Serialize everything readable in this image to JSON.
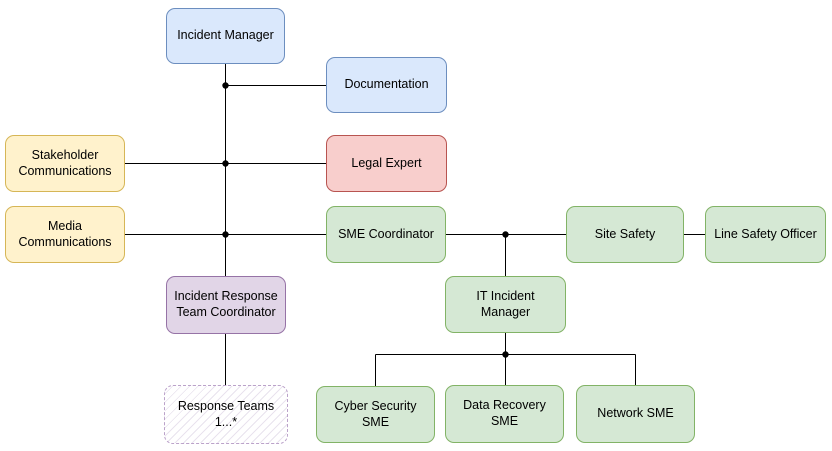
{
  "palette": {
    "blue": {
      "fill": "#dae8fc",
      "stroke": "#6c8ebf"
    },
    "yellow": {
      "fill": "#fff2cc",
      "stroke": "#d6b656"
    },
    "red": {
      "fill": "#f8cecc",
      "stroke": "#b85450"
    },
    "green": {
      "fill": "#d5e8d4",
      "stroke": "#82b366"
    },
    "purple": {
      "fill": "#e1d5e7",
      "stroke": "#9673a6"
    },
    "purple_dashed": {
      "fill": "#ffffff",
      "stroke": "#bba2ca",
      "hatch": "#e9e3ee"
    }
  },
  "edge_color": "#000000",
  "nodes": {
    "incident_manager": {
      "label": "Incident Manager",
      "palette": "blue"
    },
    "documentation": {
      "label": "Documentation",
      "palette": "blue"
    },
    "stakeholder_communications": {
      "label": "Stakeholder\nCommunications",
      "palette": "yellow"
    },
    "legal_expert": {
      "label": "Legal Expert",
      "palette": "red"
    },
    "media_communications": {
      "label": "Media\nCommunications",
      "palette": "yellow"
    },
    "sme_coordinator": {
      "label": "SME Coordinator",
      "palette": "green"
    },
    "site_safety": {
      "label": "Site Safety",
      "palette": "green"
    },
    "line_safety_officer": {
      "label": "Line Safety Officer",
      "palette": "green"
    },
    "incident_response_team_coordinator": {
      "label": "Incident Response\nTeam Coordinator",
      "palette": "purple"
    },
    "it_incident_manager": {
      "label": "IT Incident Manager",
      "palette": "green"
    },
    "response_teams": {
      "label": "Response Teams\n1...*",
      "palette": "purple_dashed"
    },
    "cyber_security_sme": {
      "label": "Cyber Security SME",
      "palette": "green"
    },
    "data_recovery_sme": {
      "label": "Data Recovery SME",
      "palette": "green"
    },
    "network_sme": {
      "label": "Network SME",
      "palette": "green"
    }
  },
  "relationships": [
    {
      "from": "incident_manager",
      "to": "documentation"
    },
    {
      "from": "incident_manager",
      "to": "stakeholder_communications"
    },
    {
      "from": "incident_manager",
      "to": "legal_expert"
    },
    {
      "from": "incident_manager",
      "to": "media_communications"
    },
    {
      "from": "incident_manager",
      "to": "sme_coordinator"
    },
    {
      "from": "incident_manager",
      "to": "incident_response_team_coordinator"
    },
    {
      "from": "sme_coordinator",
      "to": "site_safety"
    },
    {
      "from": "sme_coordinator",
      "to": "it_incident_manager"
    },
    {
      "from": "site_safety",
      "to": "line_safety_officer"
    },
    {
      "from": "incident_response_team_coordinator",
      "to": "response_teams"
    },
    {
      "from": "it_incident_manager",
      "to": "cyber_security_sme"
    },
    {
      "from": "it_incident_manager",
      "to": "data_recovery_sme"
    },
    {
      "from": "it_incident_manager",
      "to": "network_sme"
    }
  ]
}
